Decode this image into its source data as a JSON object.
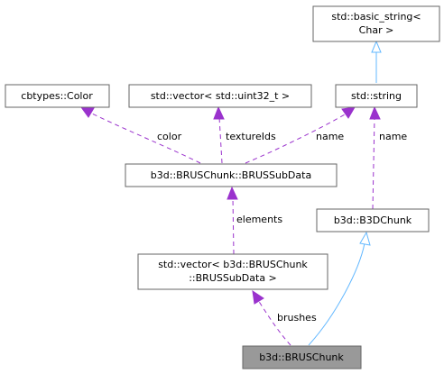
{
  "nodes": {
    "basic_string": {
      "line1": "std::basic_string<",
      "line2": "Char >"
    },
    "string": {
      "label": "std::string"
    },
    "color": {
      "label": "cbtypes::Color"
    },
    "vector_uint32": {
      "label": "std::vector< std::uint32_t >"
    },
    "subdata": {
      "label": "b3d::BRUSChunk::BRUSSubData"
    },
    "b3dchunk": {
      "label": "b3d::B3DChunk"
    },
    "vector_subdata": {
      "line1": "std::vector< b3d::BRUSChunk",
      "line2": "::BRUSSubData >"
    },
    "bruschunk": {
      "label": "b3d::BRUSChunk"
    }
  },
  "edges": {
    "color": "color",
    "textureIds": "textureIds",
    "name_subdata": "name",
    "name_b3dchunk": "name",
    "elements": "elements",
    "brushes": "brushes"
  },
  "colors": {
    "member_edge": "#9a32cd",
    "inherit_edge": "#63b8ff",
    "root_fill": "#999999",
    "node_stroke": "#666666"
  }
}
